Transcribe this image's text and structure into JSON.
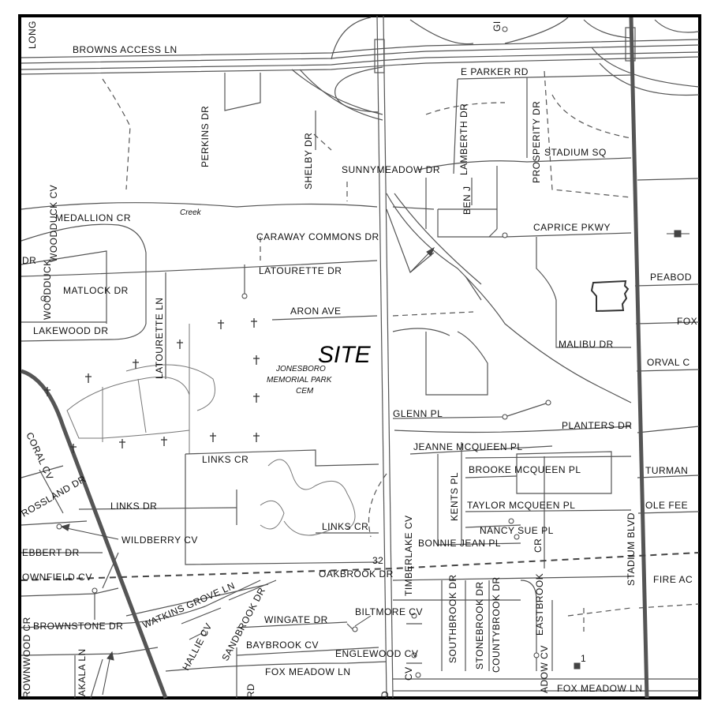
{
  "map": {
    "site_label": "SITE",
    "cemetery": [
      "JONESBORO",
      "MEMORIAL PARK",
      "CEM"
    ],
    "section_number": "32",
    "marker_number": "1",
    "streets": {
      "long": "LONG",
      "browns_access_ln": "BROWNS ACCESS LN",
      "gi": "GI",
      "e_parker_rd": "E PARKER RD",
      "perkins_dr": "PERKINS DR",
      "shelby_dr": "SHELBY DR",
      "lamberth_dr": "LAMBERTH DR",
      "prosperity_dr": "PROSPERITY DR",
      "stadium_sq": "STADIUM SQ",
      "sunnymeadow_dr": "SUNNYMEADOW DR",
      "ben_j": "BEN J",
      "medallion_cr": "MEDALLION CR",
      "creek": "Creek",
      "caraway_commons_dr": "CARAWAY COMMONS DR",
      "caprice_pkwy": "CAPRICE PKWY",
      "woodduck_cv": "WOODDUCK CV",
      "dr_left": "DR",
      "matlock_dr": "MATLOCK DR",
      "latourette_dr": "LATOURETTE DR",
      "peabo": "PEABOD",
      "woodduck": "WOODDUCK",
      "aron_ave": "ARON AVE",
      "lakewood_dr": "LAKEWOOD DR",
      "latourette_ln": "LATOURETTE LN",
      "fox": "FOX",
      "malibu_dr": "MALIBU DR",
      "orval": "ORVAL C",
      "glenn_pl": "GLENN PL",
      "planters_dr": "PLANTERS DR",
      "coral_cv": "CORAL CV",
      "jeanne_mcqueen_pl": "JEANNE MCQUEEN PL",
      "links_cr_top": "LINKS CR",
      "brooke_mcqueen_pl": "BROOKE MCQUEEN PL",
      "turman": "TURMAN",
      "rossland_dr": "ROSSLAND DR",
      "kents_pl": "KENTS PL",
      "links_dr": "LINKS DR",
      "taylor_mcqueen_pl": "TAYLOR MCQUEEN PL",
      "ole_fee": "OLE FEE",
      "timberlake_cv": "TIMBERLAKE CV",
      "stadium_blvd": "STADIUM BLVD",
      "links_cr_bottom": "LINKS CR",
      "nancy_sue_pl": "NANCY SUE PL",
      "wildberry_cv": "WILDBERRY CV",
      "bonnie_jean_pl": "BONNIE JEAN PL",
      "eastbrook_cr": "CR",
      "ebbert_dr": "EBBERT DR",
      "ownfield_cv": "OWNFIELD CV",
      "oakbrook_dr": "OAKBROOK DR",
      "fire_ac": "FIRE AC",
      "watkins_grove_ln": "WATKINS GROVE LN",
      "sandbrook_dr": "SANDBROOK DR",
      "southbrook_dr": "SOUTHBROOK DR",
      "stonebrook_dr": "STONEBROOK DR",
      "countybrook_dr": "COUNTYBROOK DR",
      "wingate_dr": "WINGATE DR",
      "biltmore_cv": "BILTMORE CV",
      "eastbrook": "EASTBROOK",
      "brownstone_dr": "BROWNSTONE DR",
      "hallie_cv": "HALLIE CV",
      "baybrook_cv": "BAYBROOK CV",
      "englewood_cv": "ENGLEWOOD CV",
      "rownwood_cr": "ROWNWOOD CR",
      "akala_ln": "AKALA LN",
      "fox_meadow_ln_left": "FOX MEADOW LN",
      "fox_meadow_ln_right": "FOX MEADOW LN",
      "adow_cv": "ADOW CV",
      "rd_bottom": "RD",
      "cv_bottom": "CV",
      "d_bottom": "D"
    }
  }
}
